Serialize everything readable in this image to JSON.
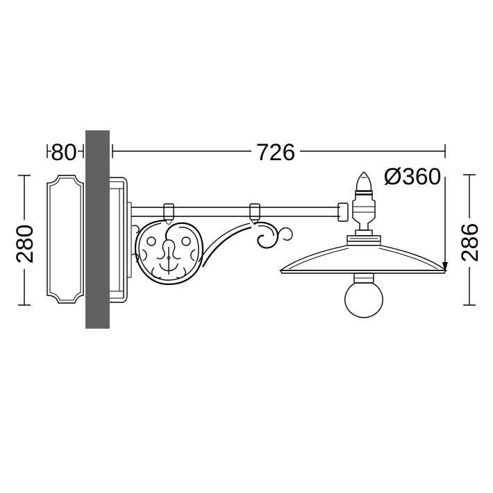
{
  "dimensions": {
    "wall_depth": "80",
    "arm_length": "726",
    "shade_diameter": "Ø360",
    "backplate_height": "280",
    "overall_height": "286"
  },
  "colors": {
    "wall": "#616161",
    "line": "#000000",
    "background": "#ffffff"
  }
}
